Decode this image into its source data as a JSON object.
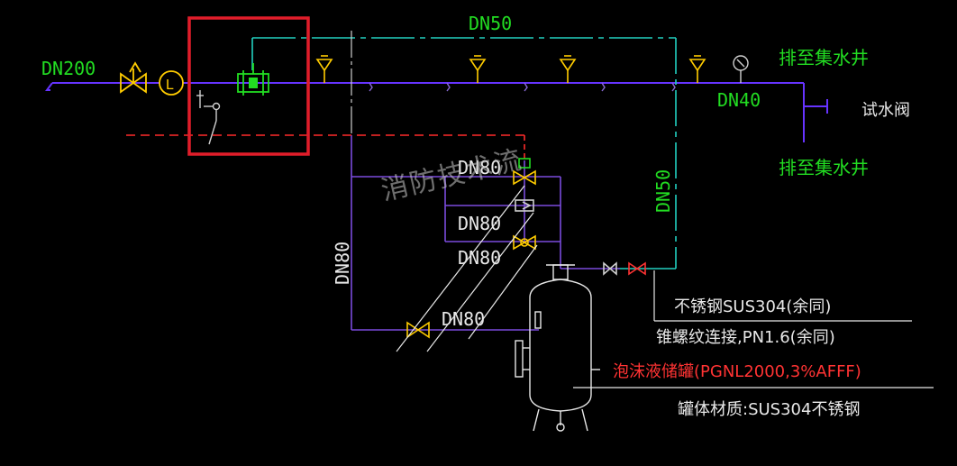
{
  "labels": {
    "dn200": "DN200",
    "dn50_top": "DN50",
    "dn40": "DN40",
    "drain_upper": "排至集水井",
    "drain_lower": "排至集水井",
    "test_valve": "试水阀",
    "dn50_vertical": "DN50",
    "dn80_vertical": "DN80",
    "dn80_a": "DN80",
    "dn80_b": "DN80",
    "dn80_c": "DN80",
    "dn80_d": "DN80",
    "note_material": "不锈钢SUS304(余同)",
    "note_connection": "锥螺纹连接,PN1.6(余同)",
    "note_tank": "泡沫液储罐(PGNL2000,3%AFFF)",
    "note_tank_body": "罐体材质:SUS304不锈钢",
    "watermark": "消防技术流"
  },
  "colors": {
    "pipe_main": "#6633ff",
    "pipe_branch": "#8a6bd6",
    "pipe_dn50": "#22d0c0",
    "highlight_box": "#e11d2a",
    "dashed_red": "#ff2a2a",
    "label_green": "#22dd22",
    "symbol_yellow": "#ffcc00"
  }
}
